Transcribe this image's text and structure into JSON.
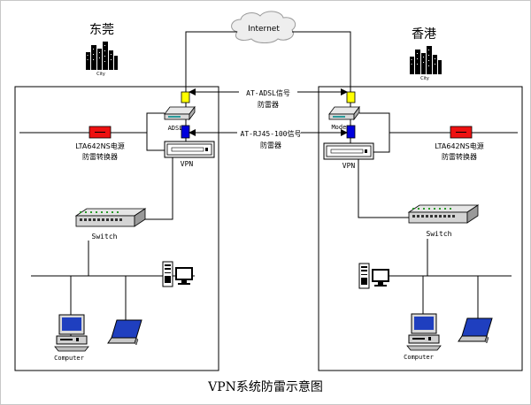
{
  "left_site": {
    "name": "东莞",
    "city_label": "City",
    "modem_label": "ADSL",
    "vpn_label": "VPN",
    "converter_label_1": "LTA642NS电源",
    "converter_label_2": "防雷转换器",
    "switch_label": "Switch",
    "computer_label": "Computer"
  },
  "right_site": {
    "name": "香港",
    "city_label": "City",
    "modem_label": "Modem",
    "vpn_label": "VPN",
    "converter_label_1": "LTA642NS电源",
    "converter_label_2": "防雷转换器",
    "switch_label": "Switch",
    "computer_label": "Computer"
  },
  "internet_label": "Internet",
  "adsl_protector": {
    "line1": "AT-ADSL信号",
    "line2": "防雷器"
  },
  "rj45_protector": {
    "line1": "AT-RJ45-100信号",
    "line2": "防雷器"
  },
  "caption": "VPN系统防雷示意图",
  "colors": {
    "adsl_protector": "#ffff00",
    "rj45_protector": "#0000dd",
    "power_converter": "#ee1111",
    "monitor_screen": "#1f3fbf"
  }
}
